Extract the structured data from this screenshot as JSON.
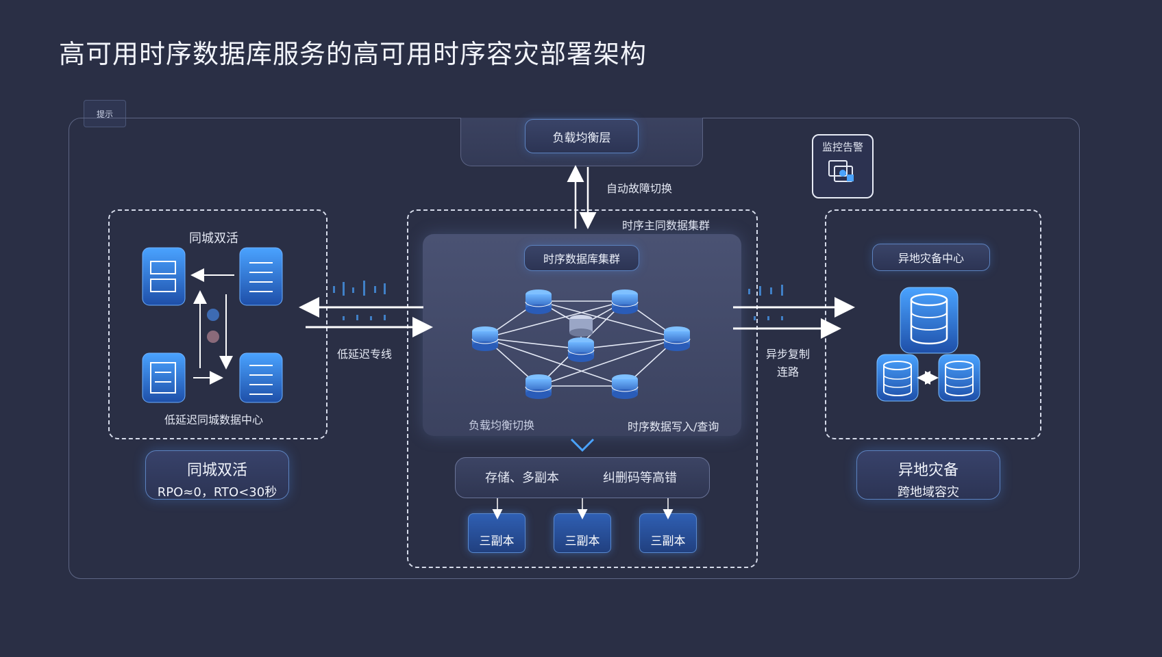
{
  "title": "高可用时序数据库服务的高可用时序容灾部署架构",
  "logo_text": "提示",
  "load_balancer": {
    "label": "负载均衡层"
  },
  "failover_label": "自动故障切换",
  "monitor": {
    "label": "监控告警",
    "icon": "monitor-icon"
  },
  "center_zone": {
    "label": "时序主同数据集群"
  },
  "cluster": {
    "title": "时序数据库集群",
    "bottom_left": "负载均衡切换",
    "bottom_right": "时序数据写入/查询"
  },
  "storage": {
    "left": "存储、多副本",
    "right": "纠删码等高错"
  },
  "replicas": [
    "三副本",
    "三副本",
    "三副本"
  ],
  "left_zone": {
    "label": "同城双活",
    "bottom": "低延迟同城数据中心",
    "link_label": "低延迟专线"
  },
  "left_card": {
    "title": "同城双活",
    "subtitle": "RPO≈0，RTO<30秒"
  },
  "right_zone": {
    "label": "异地灾备中心",
    "link_label_1": "异步复制",
    "link_label_2": "连路"
  },
  "right_card": {
    "title": "异地灾备",
    "subtitle": "跨地域容灾"
  },
  "colors": {
    "background": "#2a2f45",
    "accent": "#4aa3ff",
    "node_blue": "#2f6fd1"
  }
}
